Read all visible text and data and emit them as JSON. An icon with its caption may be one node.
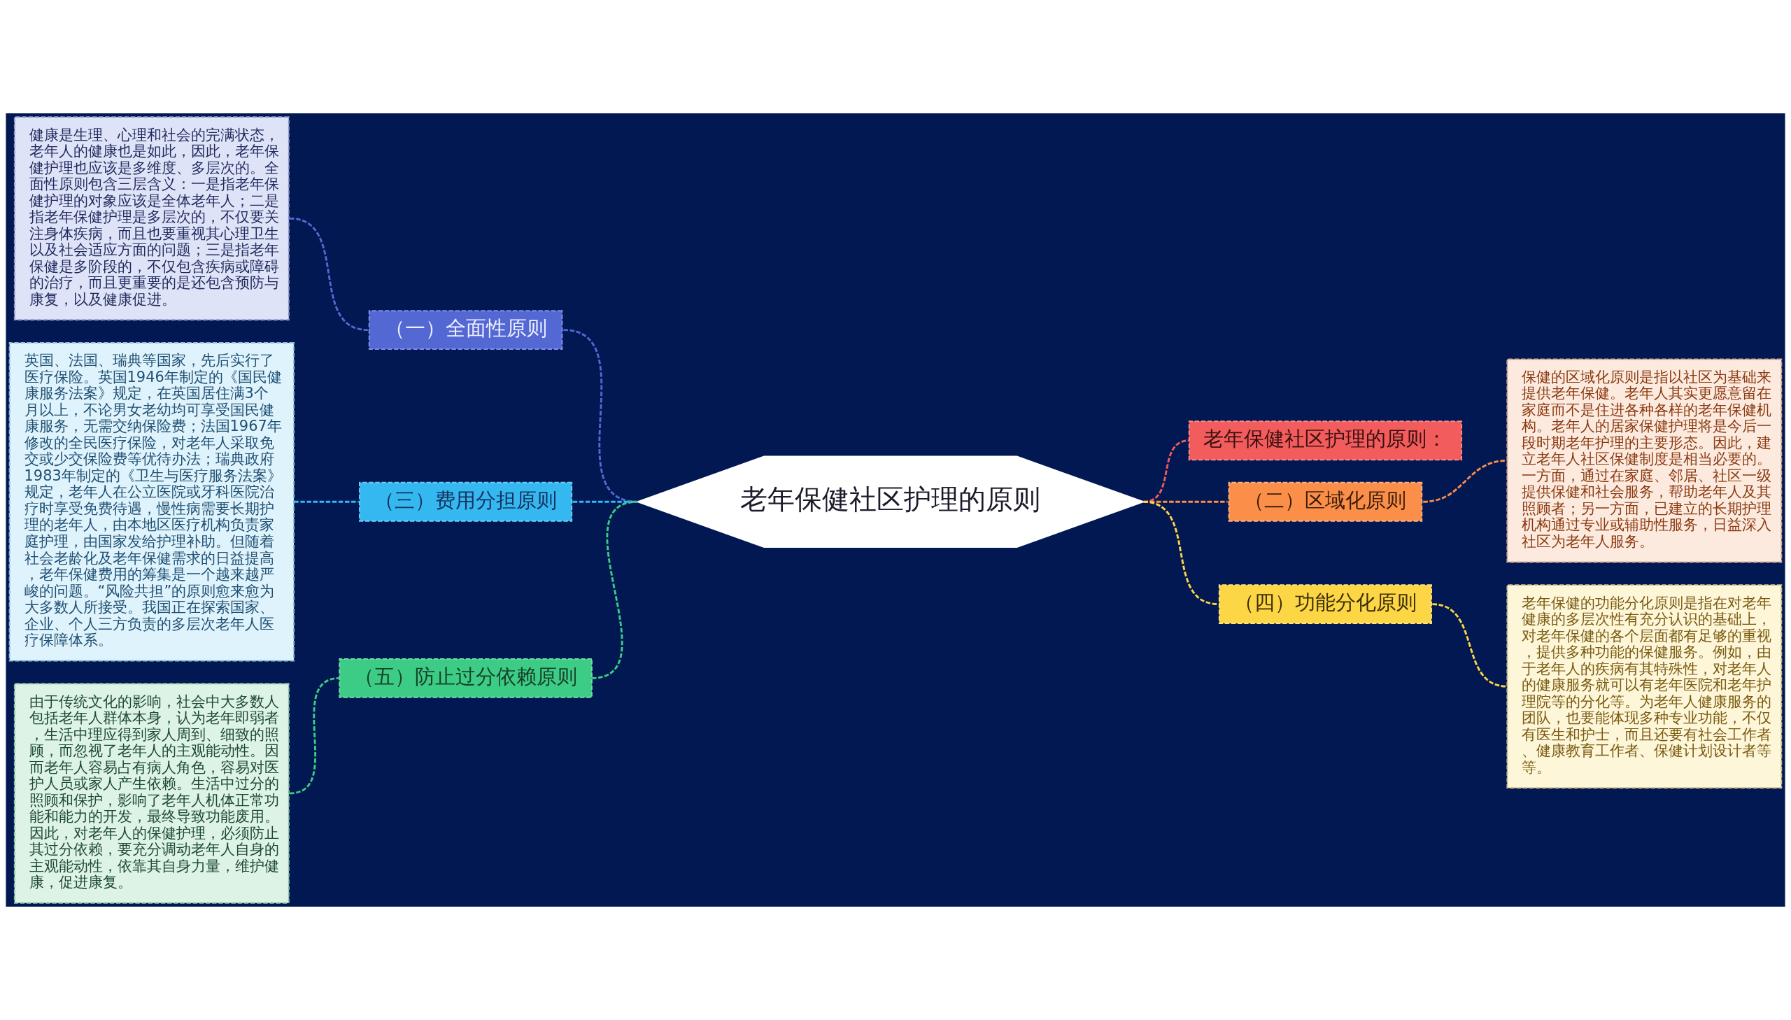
{
  "diagram": {
    "nodes": [
      {
        "text": [
          "老年保健社区护理的原则"
        ]
      },
      {
        "text": [
          "（一）全面性原则"
        ]
      },
      {
        "text": [
          "健康是生理、心理和社会的完满状态，老年人的健康也是如此，因此，老年保健护理也应该是多维度、多层次的。全面性原则包含三层含义：一是指老年保健护理的对象应该是全体老年人；二是指老年保健护理是多层次的，不仅要关注身体疾病，而且也要重视其心理卫生以及社会适应方面的问题；三是指老年保健是多阶段的，不仅包含疾病或障碍的治疗，而且更重要的是还包含预防与康复，以及健康促进。"
        ]
      },
      {
        "text": [
          "（三）费用分担原则"
        ]
      },
      {
        "text": [
          "英国、法国、瑞典等国家，先后实行了医疗保险。英国1946年制定的《国民健康服务法案》规定，在英国居住满3个月以上，不论男女老幼均可享受国民健康服务，无需交纳保险费；法国1967年修改的全民医疗保险，对老年人采取免交或少交保险费等优待办法；瑞典政府1983年制定的《卫生与医疗服务法案》规定，老年人在公立医院或牙科医院治疗时享受免费待遇，慢性病需要长期护理的老年人，由本地区医疗机构负责家庭护理，由国家发给护理补助。但随着社会老龄化及老年保健需求的日益提高，老年保健费用的筹集是一个越来越严峻的问题。“风险共担”的原则愈来愈为大多数人所接受。我国正在探索国家、企业、个人三方负责的多层次老年人医疗保障体系。"
        ]
      },
      {
        "text": [
          "（五）防止过分依赖原则"
        ]
      },
      {
        "text": [
          "由于传统文化的影响，社会中大多数人包括老年人群体本身，认为老年即弱者，生活中理应得到家人周到、细致的照顾，而忽视了老年人的主观能动性。因而老年人容易占有病人角色，容易对医护人员或家人产生依赖。生活中过分的照顾和保护，影响了老年人机体正常功能和能力的开发，最终导致功能废用。因此，对老年人的保健护理，必须防止其过分依赖，要充分调动老年人自身的主观能动性，依靠其自身力量，维护健康，促进康复。"
        ]
      },
      {
        "text": [
          "老年保健社区护理的原则："
        ]
      },
      {
        "text": [
          "（二）区域化原则"
        ]
      },
      {
        "text": [
          "保健的区域化原则是指以社区为基础来提供老年保健。老年人其实更愿意留在家庭而不是住进各种各样的老年保健机构。老年人的居家保健护理将是今后一段时期老年护理的主要形态。因此，建立老年人社区保健制度是相当必要的。一方面，通过在家庭、邻居、社区一级提供保健和社会服务，帮助老年人及其照顾者；另一方面，已建立的长期护理机构通过专业或辅助性服务，日益深入社区为老年人服务。"
        ]
      },
      {
        "text": [
          "（四）功能分化原则"
        ]
      },
      {
        "text": [
          "老年保健的功能分化原则是指在对老年健康的多层次性有充分认识的基础上，对老年保健的各个层面都有足够的重视，提供多种功能的保健服务。例如，由于老年人的疾病有其特殊性，对老年人的健康服务就可以有老年医院和老年护理院等的分化等。为老年人健康服务的团队，也要能体现多种专业功能，不仅有医生和护士，而且还要有社会工作者、健康教育工作者、保健计划设计者等等。"
        ]
      }
    ],
    "edges": [
      {
        "from": 1,
        "to": 0,
        "arrow": "none",
        "style": "dashed",
        "color": "#5468d4"
      },
      {
        "from": 2,
        "to": 1,
        "arrow": "none",
        "style": "dashed",
        "color": "#5468d4"
      },
      {
        "from": 3,
        "to": 0,
        "arrow": "none",
        "style": "dashed",
        "color": "#35b8f0"
      },
      {
        "from": 4,
        "to": 3,
        "arrow": "none",
        "style": "dashed",
        "color": "#35b8f0"
      },
      {
        "from": 5,
        "to": 0,
        "arrow": "none",
        "style": "dashed",
        "color": "#3dcc85"
      },
      {
        "from": 6,
        "to": 5,
        "arrow": "none",
        "style": "dashed",
        "color": "#3dcc85"
      },
      {
        "from": 0,
        "to": 7,
        "arrow": "none",
        "style": "dashed",
        "color": "#f25c5c"
      },
      {
        "from": 0,
        "to": 8,
        "arrow": "none",
        "style": "dashed",
        "color": "#fb8f4a"
      },
      {
        "from": 8,
        "to": 9,
        "arrow": "none",
        "style": "dashed",
        "color": "#fb8f4a"
      },
      {
        "from": 0,
        "to": 10,
        "arrow": "none",
        "style": "dashed",
        "color": "#fdd646"
      },
      {
        "from": 10,
        "to": 11,
        "arrow": "none",
        "style": "dashed",
        "color": "#fdd646"
      }
    ]
  }
}
